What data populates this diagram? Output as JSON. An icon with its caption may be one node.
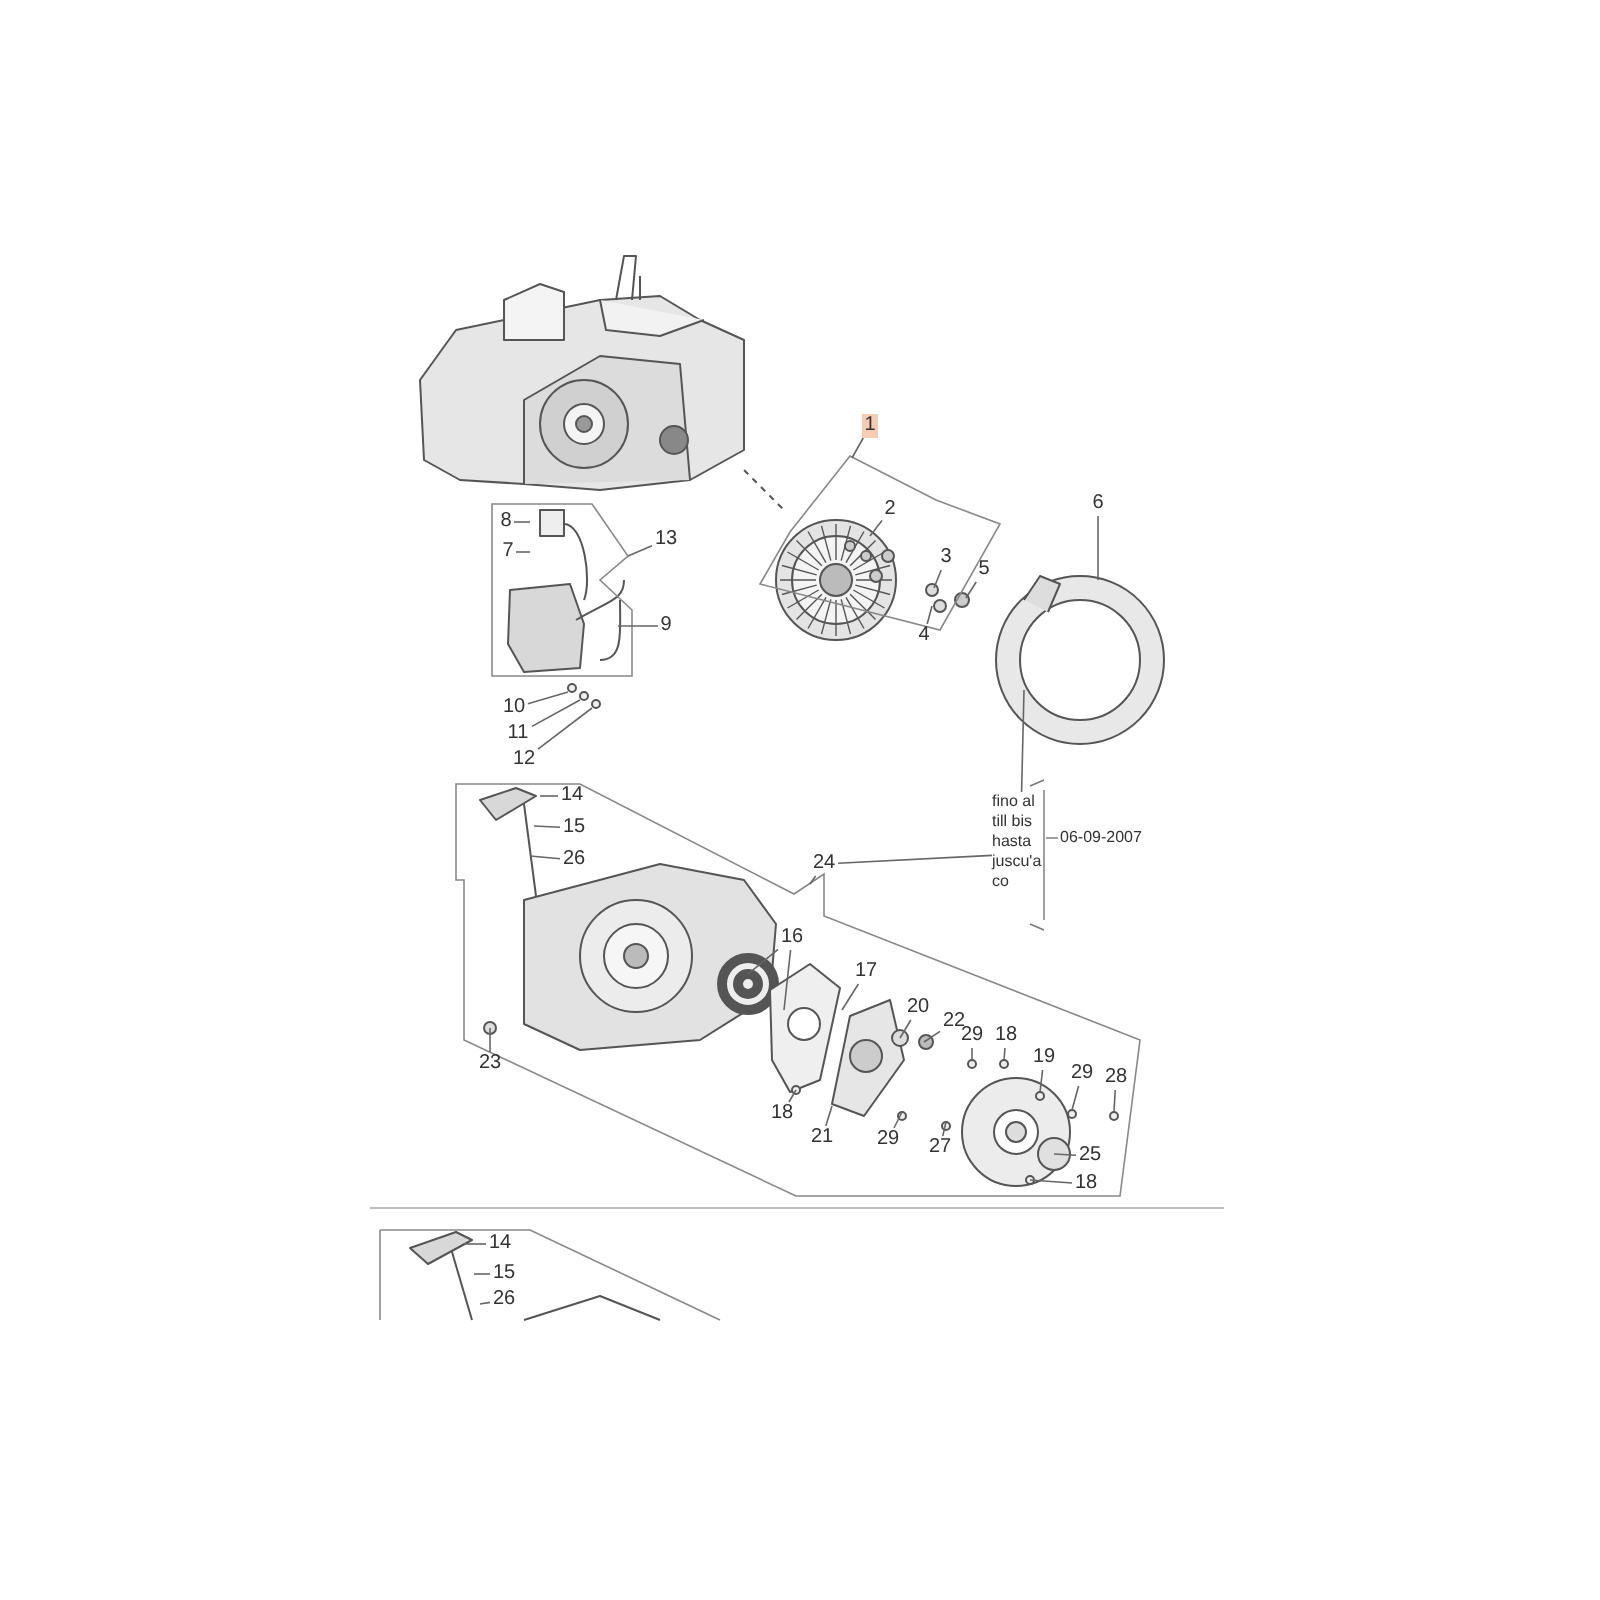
{
  "diagram": {
    "nodes": [
      {
        "text": [
          "1"
        ]
      },
      {
        "text": [
          "2"
        ]
      },
      {
        "text": [
          "3"
        ]
      },
      {
        "text": [
          "5"
        ]
      },
      {
        "text": [
          "6"
        ]
      },
      {
        "text": [
          "8"
        ]
      },
      {
        "text": [
          "13"
        ]
      },
      {
        "text": [
          "7"
        ]
      },
      {
        "text": [
          "9"
        ]
      },
      {
        "text": [
          "4"
        ]
      },
      {
        "text": [
          "10"
        ]
      },
      {
        "text": [
          "11"
        ]
      },
      {
        "text": [
          "12"
        ]
      },
      {
        "text": [
          "14"
        ]
      },
      {
        "text": [
          "15"
        ]
      },
      {
        "text": [
          "26"
        ]
      },
      {
        "text": [
          "24"
        ]
      },
      {
        "text": [
          "fino al till bis hasta juscu'a co"
        ],
        "beside": [
          "06-09-2007"
        ]
      },
      {
        "text": [
          "16"
        ]
      },
      {
        "text": [
          "17"
        ]
      },
      {
        "text": [
          "20"
        ]
      },
      {
        "text": [
          "22"
        ]
      },
      {
        "text": [
          "29"
        ]
      },
      {
        "text": [
          "18"
        ]
      },
      {
        "text": [
          "19"
        ]
      },
      {
        "text": [
          "29"
        ]
      },
      {
        "text": [
          "28"
        ]
      },
      {
        "text": [
          "23"
        ]
      },
      {
        "text": [
          "18"
        ]
      },
      {
        "text": [
          "21"
        ]
      },
      {
        "text": [
          "29"
        ]
      },
      {
        "text": [
          "27"
        ]
      },
      {
        "text": [
          "25"
        ]
      },
      {
        "text": [
          "18"
        ]
      },
      {
        "text": [
          "14"
        ]
      },
      {
        "text": [
          "15"
        ]
      },
      {
        "text": [
          "26"
        ]
      }
    ],
    "edges": [
      {
        "from": 0,
        "to": null,
        "arrow": "none"
      },
      {
        "from": 1,
        "to": null,
        "arrow": "none"
      },
      {
        "from": 2,
        "to": null,
        "arrow": "none"
      },
      {
        "from": 3,
        "to": null,
        "arrow": "none"
      },
      {
        "from": 4,
        "to": null,
        "arrow": "none"
      },
      {
        "from": 5,
        "to": null,
        "arrow": "none"
      },
      {
        "from": 6,
        "to": null,
        "arrow": "none"
      },
      {
        "from": 7,
        "to": null,
        "arrow": "none"
      },
      {
        "from": 8,
        "to": null,
        "arrow": "none"
      },
      {
        "from": 9,
        "to": null,
        "arrow": "none"
      },
      {
        "from": 10,
        "to": null,
        "arrow": "none"
      },
      {
        "from": 11,
        "to": null,
        "arrow": "none"
      },
      {
        "from": 12,
        "to": null,
        "arrow": "none"
      },
      {
        "from": 13,
        "to": null,
        "arrow": "none"
      },
      {
        "from": 14,
        "to": null,
        "arrow": "none"
      },
      {
        "from": 15,
        "to": null,
        "arrow": "none"
      },
      {
        "from": 16,
        "to": null,
        "arrow": "none"
      },
      {
        "from": 16,
        "to": 17,
        "arrow": "none"
      },
      {
        "from": null,
        "to": 17,
        "arrow": "none"
      },
      {
        "from": 18,
        "to": null,
        "arrow": "none"
      },
      {
        "from": 18,
        "to": null,
        "arrow": "none"
      },
      {
        "from": 19,
        "to": null,
        "arrow": "none"
      },
      {
        "from": 20,
        "to": null,
        "arrow": "none"
      },
      {
        "from": 21,
        "to": null,
        "arrow": "none"
      },
      {
        "from": 22,
        "to": null,
        "arrow": "none"
      },
      {
        "from": 23,
        "to": null,
        "arrow": "none"
      },
      {
        "from": 24,
        "to": null,
        "arrow": "none"
      },
      {
        "from": 25,
        "to": null,
        "arrow": "none"
      },
      {
        "from": 26,
        "to": null,
        "arrow": "none"
      },
      {
        "from": 27,
        "to": null,
        "arrow": "none"
      },
      {
        "from": 28,
        "to": null,
        "arrow": "none"
      },
      {
        "from": 29,
        "to": null,
        "arrow": "none"
      },
      {
        "from": 30,
        "to": null,
        "arrow": "none"
      },
      {
        "from": 31,
        "to": null,
        "arrow": "none"
      },
      {
        "from": 32,
        "to": null,
        "arrow": "none"
      },
      {
        "from": 33,
        "to": null,
        "arrow": "none"
      },
      {
        "from": 34,
        "to": null,
        "arrow": "none"
      },
      {
        "from": 35,
        "to": null,
        "arrow": "none"
      },
      {
        "from": 36,
        "to": null,
        "arrow": "none"
      }
    ]
  }
}
